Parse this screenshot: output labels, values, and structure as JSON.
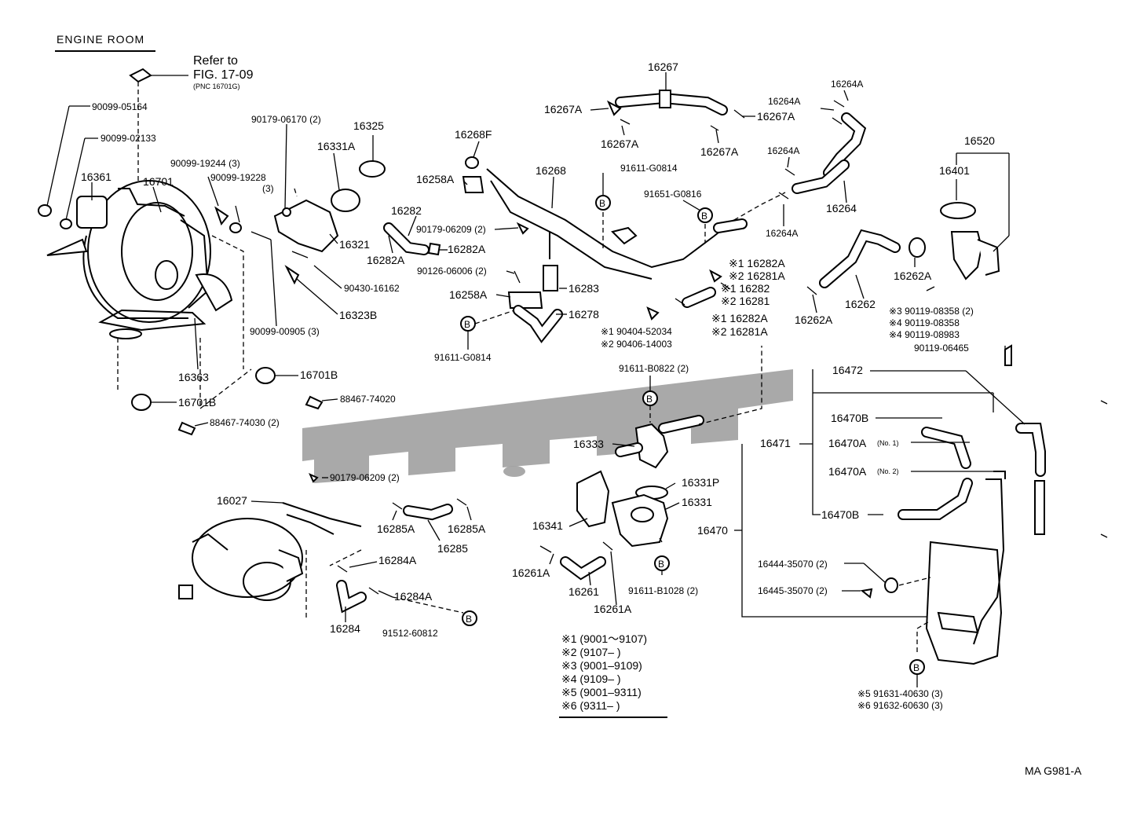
{
  "header": {
    "title": "ENGINE ROOM"
  },
  "refer": {
    "line1": "Refer to",
    "line2": "FIG. 17-09",
    "line3": "(PNC 16701G)"
  },
  "code": "MA G981-A",
  "legend": {
    "r1": "※1 (9001～9107)",
    "r2": "※2 (9107–         )",
    "r3": "※3 (9001–9109)",
    "r4": "※4 (9109–        )",
    "r5": "※5 (9001–9311)",
    "r6": "※6 (9311–         )"
  },
  "symbol_b": "B",
  "labels": {
    "p9009905164": "90099-05164",
    "p9009902133": "90099-02133",
    "p16361": "16361",
    "p16701": "16701",
    "p9009919244": "90099-19244 (3)",
    "p9009919228": "90099-19228",
    "p9009919228q": "(3)",
    "p9017906170": "90179-06170 (2)",
    "p16325": "16325",
    "p16331A": "16331A",
    "p16321": "16321",
    "p9043016162": "90430-16162",
    "p16323B": "16323B",
    "p9009900905": "90099-00905 (3)",
    "p16363": "16363",
    "p16701Ba": "16701B",
    "p16701Bb": "16701B",
    "p8846774020": "88467-74020",
    "p8846774030": "88467-74030 (2)",
    "p16287": "16267",
    "p16267Aa": "16267A",
    "p16267Ab": "16267A",
    "p16267Ac": "16267A",
    "p16267Ad": "16267A",
    "p16268F": "16268F",
    "p16268": "16268",
    "p16258Aa": "16258A",
    "p91611G0814a": "91611-G0814",
    "p91651G0816": "91651-G0816",
    "p16282": "16282",
    "p9017906209a": "90179-06209 (2)",
    "p16282Aa": "16282A",
    "p16282Ab": "16282A",
    "p9012606006": "90126-06006 (2)",
    "p16283": "16283",
    "p16258Ab": "16258A",
    "p16278": "16278",
    "p91611G0814b": "91611-G0814",
    "p9040452034": "※1 90404-52034",
    "p9040614003": "※2 90406-14003",
    "p16264Aa": "16264A",
    "p16264Ab": "16264A",
    "p16264Ac": "16264A",
    "p16264Ad": "16264A",
    "p16264": "16264",
    "p1_16282A": "※1 16282A",
    "p2_16281A": "※2 16281A",
    "p1_16282": "※1 16282",
    "p2_16281": "※2 16281",
    "p1_16282Ab": "※1 16282A",
    "p2_16281Ab": "※2 16281A",
    "p16262Aa": "16262A",
    "p16262Ab": "16262A",
    "p16262": "16262",
    "p16520": "16520",
    "p16401": "16401",
    "p3_9011908358": "※3 90119-08358 (2)",
    "p4_9011908358": "※4 90119-08358",
    "p4_9011908983": "※4 90119-08983",
    "p9011906465": "90119-06465",
    "p91611B0822": "91611-B0822 (2)",
    "p16333": "16333",
    "p16472": "16472",
    "p16470B_a": "16470B",
    "p16471": "16471",
    "p16470A1": "16470A",
    "p16470A1q": "(No. 1)",
    "p16470A2": "16470A",
    "p16470A2q": "(No. 2)",
    "p16470B_b": "16470B",
    "p16470": "16470",
    "p1644435070": "16444-35070 (2)",
    "p1644535070": "16445-35070 (2)",
    "p5_9163140630": "※5 91631-40630 (3)",
    "p6_9163260630": "※6 91632-60630 (3)",
    "p9017906209b": "90179-06209 (2)",
    "p16027": "16027",
    "p16285Aa": "16285A",
    "p16285Ab": "16285A",
    "p16285": "16285",
    "p16284Aa": "16284A",
    "p16284Ab": "16284A",
    "p16284": "16284",
    "p9151260812": "91512-60812",
    "p16331P": "16331P",
    "p16331": "16331",
    "p16341": "16341",
    "p16261Aa": "16261A",
    "p16261": "16261",
    "p16261Ab": "16261A",
    "p91611B1028": "91611-B1028 (2)"
  }
}
